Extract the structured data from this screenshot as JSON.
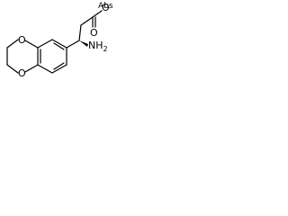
{
  "molecule": {
    "atoms": {
      "ester_oxygen": "O",
      "carbonyl_oxygen": "O",
      "ring_oxygen_1": "O",
      "ring_oxygen_2": "O",
      "amine": "NH",
      "amine_subscript": "2"
    },
    "stereo_label": "Abs"
  }
}
